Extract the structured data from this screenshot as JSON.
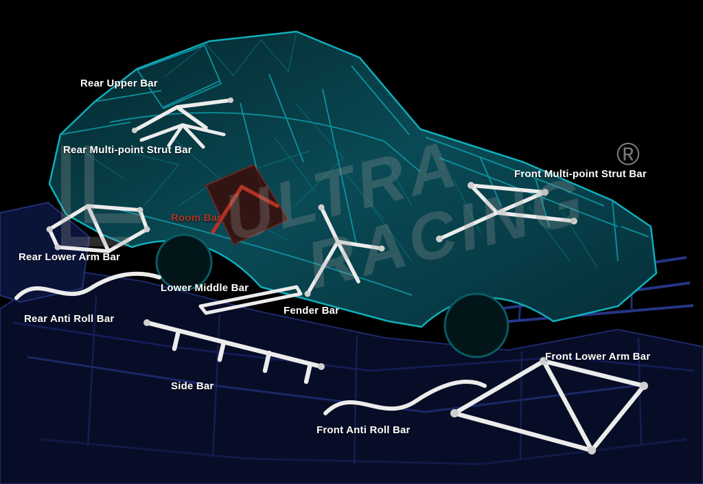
{
  "diagram": {
    "watermark_line1": "ULTRA",
    "watermark_line2": "RACING",
    "registered_mark": "®",
    "labels": {
      "rear_upper_bar": "Rear Upper Bar",
      "rear_multi_point_strut_bar": "Rear Multi-point Strut Bar",
      "room_bar": "Room Bar",
      "front_multi_point_strut_bar": "Front Multi-point Strut Bar",
      "rear_lower_arm_bar": "Rear Lower Arm Bar",
      "lower_middle_bar": "Lower Middle Bar",
      "rear_anti_roll_bar": "Rear Anti Roll Bar",
      "fender_bar": "Fender Bar",
      "side_bar": "Side Bar",
      "front_anti_roll_bar": "Front Anti Roll Bar",
      "front_lower_arm_bar": "Front Lower Arm Bar"
    },
    "colors": {
      "background": "#000000",
      "label_text": "#ffffff",
      "room_bar_label_text": "#a8392a",
      "car_frame_teal": "#0fb0bd",
      "car_body_dark_teal": "#06343b",
      "chassis_blue": "#24337f",
      "strut_bar_white": "#ececec",
      "room_bar_red": "#b03325",
      "watermark_gray": "#9a9a9a"
    }
  }
}
